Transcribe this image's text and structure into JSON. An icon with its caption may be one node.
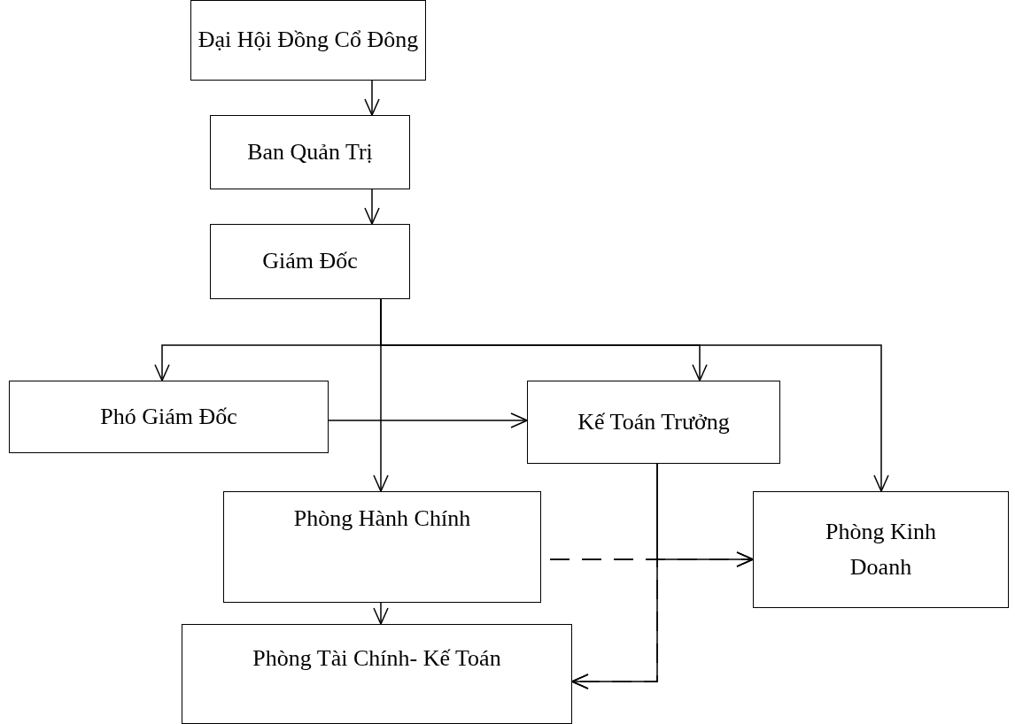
{
  "diagram": {
    "nodes": [
      {
        "text": [
          "Đại Hội Đồng Cổ Đông"
        ]
      },
      {
        "text": [
          "Ban Quản Trị"
        ]
      },
      {
        "text": [
          "Giám Đốc"
        ]
      },
      {
        "text": [
          "Phó Giám Đốc"
        ]
      },
      {
        "text": [
          "Kế Toán Trưởng"
        ]
      },
      {
        "text": [
          "Phòng Hành Chính"
        ]
      },
      {
        "text": [
          "Phòng Kinh Doanh"
        ]
      },
      {
        "text": [
          "Phòng Tài Chính- Kế Toán"
        ]
      }
    ],
    "edges": [
      {
        "from": 0,
        "to": 1,
        "arrow": "to"
      },
      {
        "from": 1,
        "to": 2,
        "arrow": "to"
      },
      {
        "from": 2,
        "to": 3,
        "arrow": "to"
      },
      {
        "from": 2,
        "to": 4,
        "arrow": "to"
      },
      {
        "from": 2,
        "to": 6,
        "arrow": "to"
      },
      {
        "from": 2,
        "to": 5,
        "arrow": "to"
      },
      {
        "from": 3,
        "to": 4,
        "arrow": "to"
      },
      {
        "from": 4,
        "to": 6,
        "arrow": "to"
      },
      {
        "from": 4,
        "to": 7,
        "arrow": "to"
      },
      {
        "from": 5,
        "to": 7,
        "arrow": "to",
        "style": "dashed"
      },
      {
        "from": 5,
        "to": 6,
        "arrow": "to",
        "style": "dashed"
      },
      {
        "from": 5,
        "to": 7,
        "arrow": "to",
        "style": "dashed"
      }
    ]
  }
}
